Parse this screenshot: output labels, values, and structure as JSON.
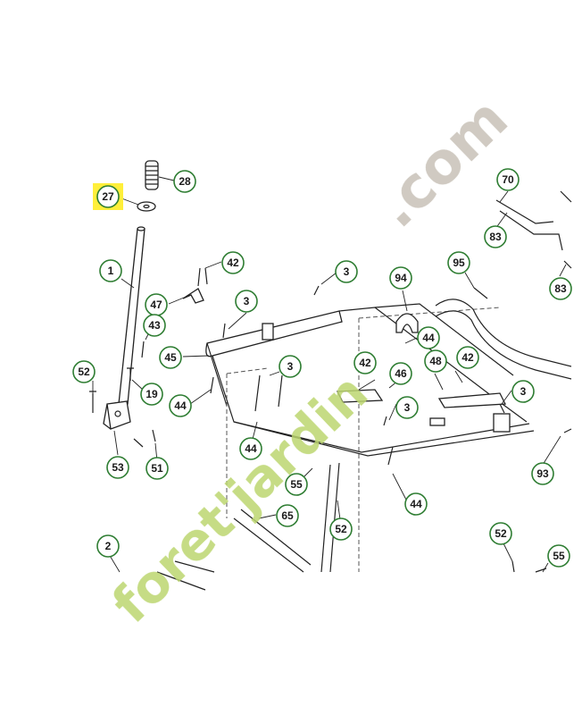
{
  "watermark": {
    "main": "foret'jardin.com",
    "main_color": "#bcd66f",
    "secondary": ".com",
    "secondary_color": "#b9b1a4"
  },
  "highlight": {
    "number": "27",
    "color": "#ffef3a",
    "circle_color": "#1b6b2b"
  },
  "colors": {
    "label_border": "#2e7d32",
    "line": "#222222"
  },
  "labels": [
    {
      "id": "l28",
      "text": "28"
    },
    {
      "id": "l27",
      "text": "27"
    },
    {
      "id": "l1",
      "text": "1"
    },
    {
      "id": "l42a",
      "text": "42"
    },
    {
      "id": "l47",
      "text": "47"
    },
    {
      "id": "l43",
      "text": "43"
    },
    {
      "id": "l3a",
      "text": "3"
    },
    {
      "id": "l45",
      "text": "45"
    },
    {
      "id": "l52a",
      "text": "52"
    },
    {
      "id": "l19",
      "text": "19"
    },
    {
      "id": "l44a",
      "text": "44"
    },
    {
      "id": "l53",
      "text": "53"
    },
    {
      "id": "l51",
      "text": "51"
    },
    {
      "id": "l3b",
      "text": "3"
    },
    {
      "id": "l94",
      "text": "94"
    },
    {
      "id": "l95",
      "text": "95"
    },
    {
      "id": "l70",
      "text": "70"
    },
    {
      "id": "l83a",
      "text": "83"
    },
    {
      "id": "l83b",
      "text": "83"
    },
    {
      "id": "l3c",
      "text": "3"
    },
    {
      "id": "l44b",
      "text": "44"
    },
    {
      "id": "l42b",
      "text": "42"
    },
    {
      "id": "l46",
      "text": "46"
    },
    {
      "id": "l48",
      "text": "48"
    },
    {
      "id": "l42c",
      "text": "42"
    },
    {
      "id": "l3d",
      "text": "3"
    },
    {
      "id": "l3e",
      "text": "3"
    },
    {
      "id": "l44c",
      "text": "44"
    },
    {
      "id": "l55a",
      "text": "55"
    },
    {
      "id": "l44d",
      "text": "44"
    },
    {
      "id": "l65",
      "text": "65"
    },
    {
      "id": "l52b",
      "text": "52"
    },
    {
      "id": "l93",
      "text": "93"
    },
    {
      "id": "l2",
      "text": "2"
    },
    {
      "id": "l52c",
      "text": "52"
    },
    {
      "id": "l55b",
      "text": "55"
    }
  ]
}
